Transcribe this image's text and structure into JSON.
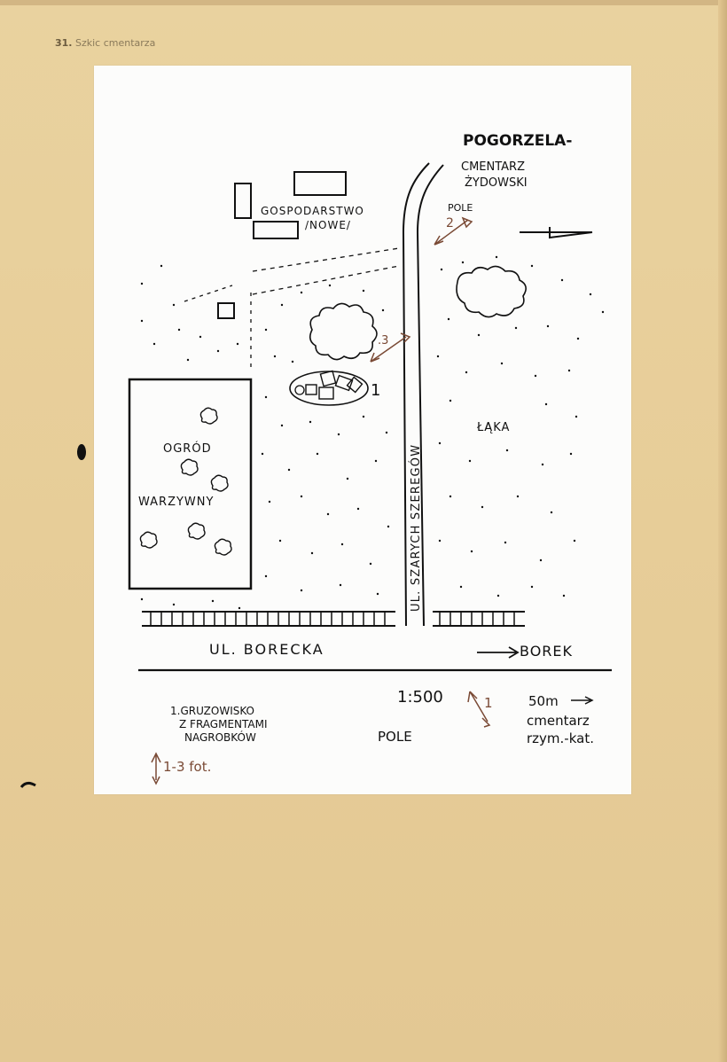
{
  "page_caption": {
    "number": "31.",
    "text": "Szkic cmentarza"
  },
  "title": {
    "line1": "POGORZELA-",
    "line2": "CMENTARZ",
    "line3": "ŻYDOWSKI"
  },
  "labels": {
    "gospodarstwo": "GOSPODARSTWO",
    "nowe": "/NOWE/",
    "pole_top": "POLE",
    "marker_2": "2",
    "marker_3": ".3",
    "marker_1": "1",
    "laka": "ŁĄKA",
    "ogrod": "OGRÓD",
    "warzywny": "WARZYWNY",
    "street_vertical": "UL. SZARYCH SZEREGÓW",
    "street_bottom": "UL. BORECKA",
    "borek": "BOREK",
    "scale": "1:500",
    "legend_marker_1": "1",
    "distance": "50m",
    "cemetery_line1": "cmentarz",
    "cemetery_line2": "rzym.-kat.",
    "legend_line1": "1.GRUZOWISKO",
    "legend_line2": "Z FRAGMENTAMI",
    "legend_line3": "NAGROBKÓW",
    "pole_bottom": "POLE",
    "photos": "1-3 fot."
  },
  "colors": {
    "paper": "#e8cf9b",
    "sheet": "#fcfcfb",
    "ink": "#111111",
    "annotation": "#7a4a35"
  }
}
